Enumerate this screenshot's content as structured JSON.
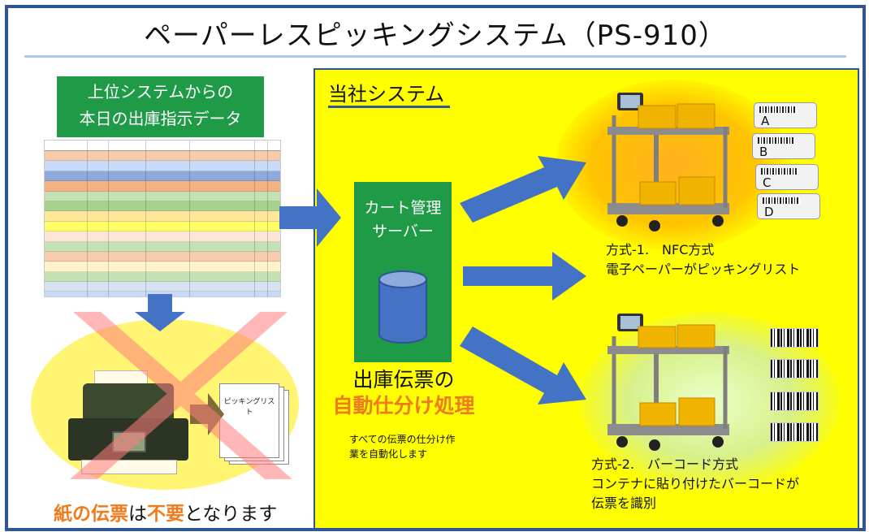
{
  "title": "ペーパーレスピッキングシステム（PS-910）",
  "left": {
    "source_line1": "上位システムからの",
    "source_line2": "本日の出庫指示データ",
    "doc_label": "ピッキングリスト",
    "bottom_orange1": "紙の伝票",
    "bottom_mid": "は",
    "bottom_orange2": "不要",
    "bottom_end": "となります"
  },
  "right": {
    "heading": "当社システム",
    "server_line1": "カート管理",
    "server_line2": "サーバー",
    "process_line1": "出庫伝票の",
    "process_line2": "自動仕分け処理",
    "process_note_line1": "すべての伝票の仕分け作",
    "process_note_line2": "業を自動化します",
    "method1_line1": "方式-1.　NFC方式",
    "method1_line2": "電子ペーパーがピッキングリスト",
    "method2_line1": "方式-2.　バーコード方式",
    "method2_line2": "コンテナに貼り付けたバーコードが",
    "method2_line3": "伝票を識別",
    "tags": [
      "A",
      "B",
      "C",
      "D"
    ]
  },
  "colors": {
    "frame": "#2f5597",
    "green_box": "#1f9b48",
    "yellow_panel": "#ffff00",
    "arrow": "#4472c4",
    "accent_orange": "#f07b1d",
    "cross": "#ff7d7d"
  },
  "icons": [
    "printer-icon",
    "database-icon",
    "cart-icon",
    "barcode-icon",
    "epaper-tag-icon",
    "arrow-icon",
    "cross-icon"
  ]
}
